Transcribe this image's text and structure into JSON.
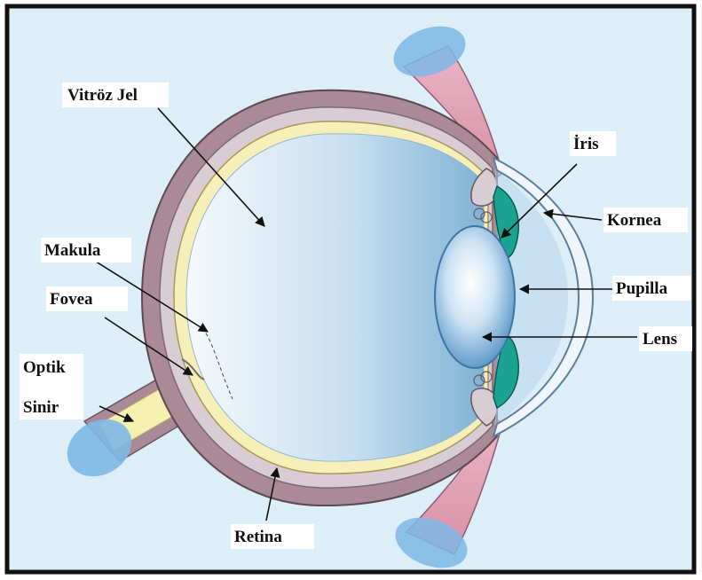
{
  "labels": {
    "vitreous": "Vitröz Jel",
    "iris": "İris",
    "cornea": "Kornea",
    "pupil": "Pupilla",
    "lens": "Lens",
    "macula": "Makula",
    "fovea": "Fovea",
    "optic_line1": "Optik",
    "optic_line2": "Sinir",
    "retina": "Retina"
  },
  "colors": {
    "background": "#dceef7",
    "frame": "#111111",
    "sclera": "#a98a96",
    "choroid": "#d8cdd3",
    "retina": "#f6f0b8",
    "vitreous_light": "#f4f9fd",
    "vitreous_dark": "#7fb3d4",
    "cornea": "#eef5fb",
    "iris": "#1aa392",
    "lens": "#6fa8d4",
    "muscle": "#e5a9bb",
    "muscle_end": "#6aaee0",
    "optic_nerve": "#f6f0b0"
  }
}
